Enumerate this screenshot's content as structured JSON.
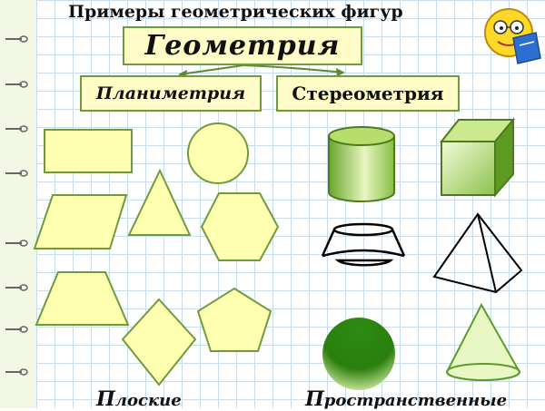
{
  "title": "Примеры геометрических фигур",
  "root": "Геометрия",
  "branches": {
    "planimetry": "Планиметрия",
    "stereometry": "Стереометрия"
  },
  "labels": {
    "flat": {
      "first": "П",
      "rest": "лоские"
    },
    "space": {
      "first": "П",
      "rest": "ространственные"
    }
  },
  "colors": {
    "box_fill": "#fffcc8",
    "box_border": "#6f9b3e",
    "shape_fill": "#ffffb0",
    "arrow": "#5a8a30",
    "solid_green": "#2e7d10"
  }
}
